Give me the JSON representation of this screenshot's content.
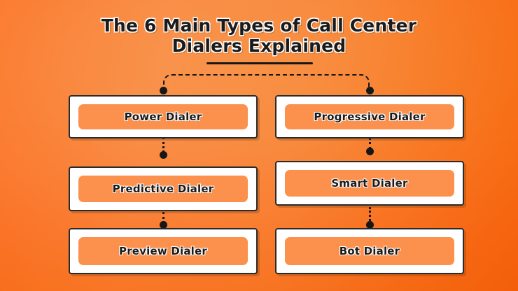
{
  "title": {
    "line1": "The 6 Main Types of Call Center",
    "line2": "Dialers Explained"
  },
  "colors": {
    "background_left": "#FDAF6A",
    "background_center": "#FBC58E",
    "background_right": "#F99A28",
    "card_background": "#FFFFFF",
    "card_border": "#2B2B2B",
    "card_inner": "#FC914E",
    "text": "#1B1B1B",
    "connector": "#171717"
  },
  "diagram": {
    "columns": [
      {
        "name": "left-column",
        "cards": [
          {
            "label": "Power Dialer"
          },
          {
            "label": "Predictive Dialer"
          },
          {
            "label": "Preview Dialer"
          }
        ]
      },
      {
        "name": "right-column",
        "cards": [
          {
            "label": "Progressive Dialer"
          },
          {
            "label": "Smart Dialer"
          },
          {
            "label": "Bot Dialer"
          }
        ]
      }
    ]
  }
}
